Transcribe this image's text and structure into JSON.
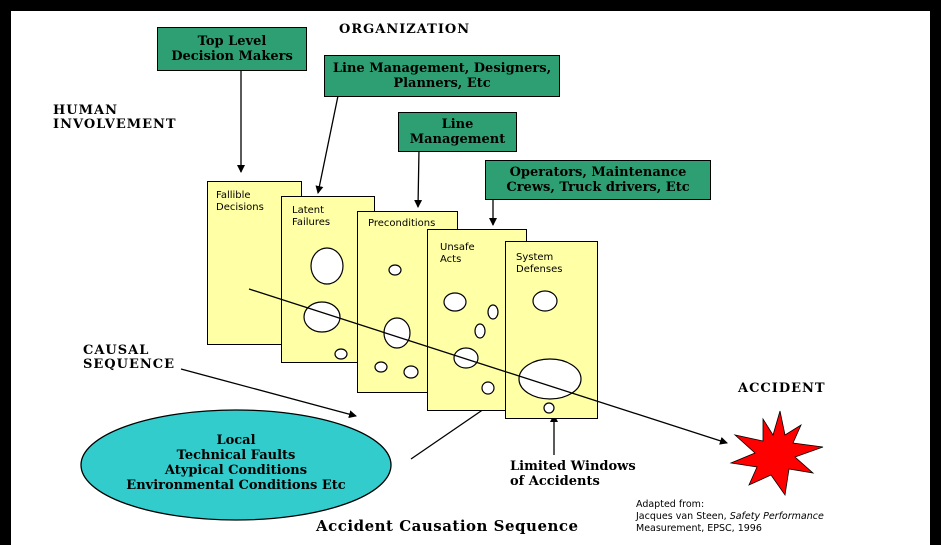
{
  "organization_label": "ORGANIZATION",
  "human_involvement": [
    "HUMAN",
    "INVOLVEMENT"
  ],
  "causal_sequence": [
    "CAUSAL",
    "SEQUENCE"
  ],
  "accident_label": "ACCIDENT",
  "title": "Accident Causation Sequence",
  "green_boxes": [
    {
      "lines": [
        "Top Level",
        "Decision Makers"
      ]
    },
    {
      "lines": [
        "Line Management, Designers,",
        "Planners, Etc"
      ]
    },
    {
      "lines": [
        "Line",
        "Management"
      ]
    },
    {
      "lines": [
        "Operators, Maintenance",
        "Crews, Truck drivers, Etc"
      ]
    }
  ],
  "layers": [
    {
      "lines": [
        "Fallible",
        "Decisions"
      ]
    },
    {
      "lines": [
        "Latent",
        "Failures"
      ]
    },
    {
      "lines": [
        "Preconditions"
      ]
    },
    {
      "lines": [
        "Unsafe",
        "Acts"
      ]
    },
    {
      "lines": [
        "System",
        "Defenses"
      ]
    }
  ],
  "ellipse_lines": [
    "Local",
    "Technical Faults",
    "Atypical Conditions",
    "Environmental Conditions Etc"
  ],
  "windows_label": [
    "Limited Windows",
    "of Accidents"
  ],
  "credit": {
    "line1": "Adapted from:",
    "line2_plain": "Jacques van Steen, ",
    "line2_italic": "Safety Performance",
    "line3": "Measurement, EPSC, 1996"
  },
  "colors": {
    "green_box": "#2e9f72",
    "layer_fill": "#ffffa6",
    "ellipse_fill": "#33cccc",
    "accident_star": "#ff0000"
  }
}
